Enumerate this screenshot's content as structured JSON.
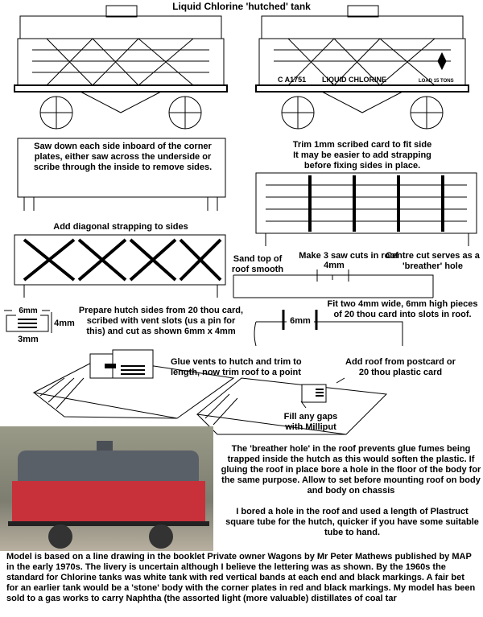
{
  "title": "Liquid Chlorine 'hutched' tank",
  "wagon": {
    "number": "A1751",
    "lettering": "LIQUID CHLORINE",
    "load": "LOAD 15 TONS",
    "class_letter": "C"
  },
  "notes": {
    "saw_sides": "Saw down each side inboard of the corner plates, either saw across the underside or scribe through the inside to remove sides.",
    "trim_card": "Trim 1mm scribed card to fit side It may be easier to add strapping before fixing sides in place.",
    "strapping": "Add diagonal strapping to sides",
    "sand_roof": "Sand top of roof smooth",
    "saw_cuts": "Make 3 saw cuts in roof",
    "cut_4mm": "4mm",
    "centre_cut": "Centre cut serves as a 'breather' hole",
    "hutch_sides": "Prepare hutch sides from 20 thou card, scribed with vent slots (us a pin for this) and cut as shown 6mm x 4mm",
    "dim_6mm": "6mm",
    "dim_4mm": "4mm",
    "dim_3mm": "3mm",
    "dim_6mm_slot": "6mm",
    "fit_pieces": "Fit two 4mm wide, 6mm high pieces of 20 thou card into slots in roof.",
    "glue_vents": "Glue vents to hutch and trim to length, now trim roof to a point",
    "add_roof": "Add roof from postcard or 20 thou plastic card",
    "fill_gaps": "Fill any gaps with Milliput",
    "breather": "The 'breather hole' in the roof prevents glue fumes being trapped inside the hutch as this would soften the plastic. If gluing the roof in place bore a hole in the floor of the body for the same purpose. Allow to set before mounting roof on body and body on chassis",
    "bored": "I bored a hole in the roof and used a length of Plastruct square tube for the hutch, quicker if you have some suitable tube to hand.",
    "model_info": "Model is based on a line drawing in the booklet Private owner Wagons by Mr Peter Mathews published by MAP in the early 1970s. The livery is uncertain although I believe the lettering was as shown. By the 1960s the standard for Chlorine tanks was white tank with red vertical bands at each end and black markings. A fair bet for an earlier tank would be a 'stone' body with the corner plates in red and black markings. My model has been sold to a gas works to carry Naphtha (the assorted light (more valuable) distillates of coal tar"
  },
  "colors": {
    "body_red": "#c8303a",
    "roof_grey": "#5a6068",
    "ink": "#000000"
  }
}
